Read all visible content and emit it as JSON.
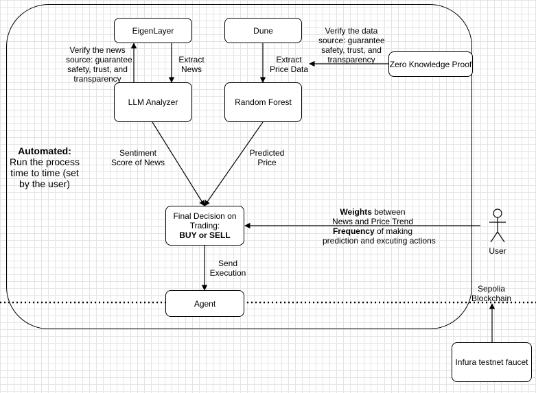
{
  "nodes": {
    "eigenlayer": "EigenLayer",
    "dune": "Dune",
    "zkp": "Zero Knowledge Proof",
    "llm": "LLM Analyzer",
    "random_forest": "Random Forest",
    "decision": {
      "line1": "Final Decision on",
      "line2": "Trading:",
      "line3": "BUY or SELL"
    },
    "agent": "Agent",
    "infura": "Infura testnet faucet",
    "user": "User"
  },
  "labels": {
    "verify_news": [
      "Verify the news",
      "source: guarantee",
      "safety, trust, and",
      "transparency"
    ],
    "extract_news": [
      "Extract",
      "News"
    ],
    "verify_data": [
      "Verify the data",
      "source: guarantee",
      "safety, trust, and",
      "transparency"
    ],
    "extract_price": [
      "Extract",
      "Price Data"
    ],
    "sentiment": [
      "Sentiment",
      "Score of News"
    ],
    "predicted": [
      "Predicted",
      "Price"
    ],
    "automated": {
      "title": "Automated:",
      "lines": [
        "Run the process",
        "time to time (set",
        "by the user)"
      ]
    },
    "weights": {
      "bold1": "Weights",
      "rest1": " between",
      "line2": "News and Price Trend",
      "bold3": "Frequency",
      "rest3": " of making",
      "line4": "prediction and excuting actions"
    },
    "send_exec": [
      "Send",
      "Execution"
    ],
    "sepolia": [
      "Sepolia",
      "Blockchain"
    ]
  },
  "colors": {
    "stroke": "#000000",
    "grid": "#e4e4e4",
    "background": "#ffffff"
  }
}
